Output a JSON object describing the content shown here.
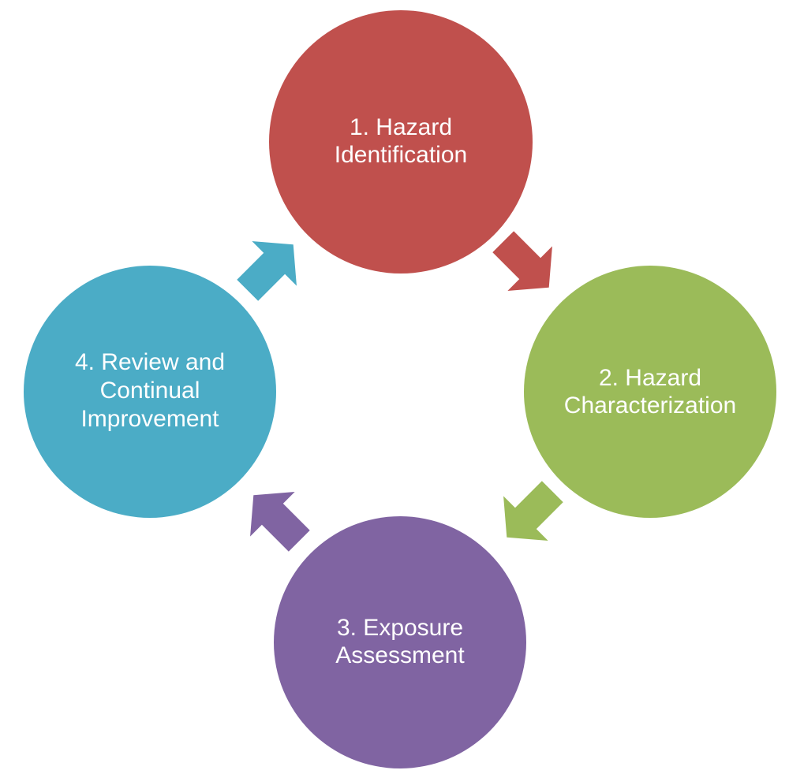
{
  "diagram": {
    "type": "cycle",
    "nodes": [
      {
        "id": "hazard-identification",
        "lines": [
          "1. Hazard",
          "Identification"
        ],
        "color": "#c0504d"
      },
      {
        "id": "hazard-characterization",
        "lines": [
          "2. Hazard",
          "Characterization"
        ],
        "color": "#9bbb59"
      },
      {
        "id": "exposure-assessment",
        "lines": [
          "3. Exposure",
          "Assessment"
        ],
        "color": "#8064a2"
      },
      {
        "id": "review-continual-improvement",
        "lines": [
          "4. Review and",
          "Continual",
          "Improvement"
        ],
        "color": "#4bacc6"
      }
    ],
    "edges": [
      {
        "from": "hazard-identification",
        "to": "hazard-characterization",
        "color": "#c0504d"
      },
      {
        "from": "hazard-characterization",
        "to": "exposure-assessment",
        "color": "#9bbb59"
      },
      {
        "from": "exposure-assessment",
        "to": "review-continual-improvement",
        "color": "#8064a2"
      },
      {
        "from": "review-continual-improvement",
        "to": "hazard-identification",
        "color": "#4bacc6"
      }
    ]
  }
}
